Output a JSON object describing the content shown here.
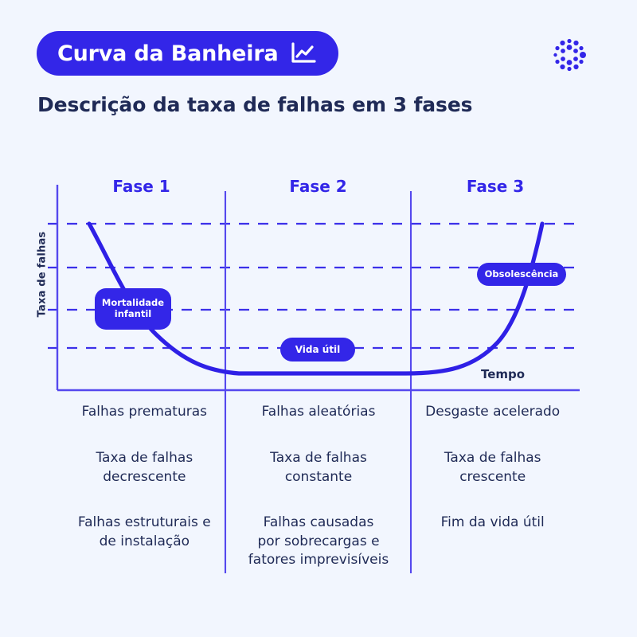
{
  "header": {
    "badge_title": "Curva da Banheira",
    "badge_icon": "line-chart-icon",
    "subtitle": "Descrição da taxa de falhas em 3 fases",
    "logo_icon": "dot-circle-logo"
  },
  "colors": {
    "brand_blue": "#3326e8",
    "dark_navy": "#1f2a56",
    "background": "#f2f6fe",
    "white": "#ffffff"
  },
  "chart_data": {
    "type": "line",
    "title": "Curva da Banheira",
    "subtitle": "Descrição da taxa de falhas em 3 fases",
    "xlabel": "Tempo",
    "ylabel": "Taxa de falhas",
    "grid": true,
    "gridlines_y": [
      0.2,
      0.45,
      0.68,
      0.9
    ],
    "legend_position": "inline-annotations",
    "phase_boundaries": [
      0.33,
      0.66
    ],
    "annotations": [
      {
        "name": "mortalidade-infantil",
        "label": "Mortalidade\ninfantil",
        "x": 0.1,
        "y": 0.52
      },
      {
        "name": "vida-util",
        "label": "Vida útil",
        "x": 0.5,
        "y": 0.19
      },
      {
        "name": "obsolescencia",
        "label": "Obsolescência",
        "x": 0.86,
        "y": 0.63
      }
    ],
    "x": [
      0.0,
      0.03,
      0.06,
      0.09,
      0.12,
      0.16,
      0.2,
      0.25,
      0.3,
      0.35,
      0.45,
      0.55,
      0.65,
      0.72,
      0.78,
      0.83,
      0.87,
      0.9,
      0.93,
      0.96,
      1.0
    ],
    "y": [
      1.0,
      0.9,
      0.79,
      0.68,
      0.57,
      0.44,
      0.33,
      0.22,
      0.14,
      0.09,
      0.05,
      0.04,
      0.04,
      0.05,
      0.09,
      0.17,
      0.28,
      0.41,
      0.58,
      0.78,
      1.0
    ],
    "series": [
      {
        "name": "Taxa de falhas",
        "values": [
          1.0,
          0.9,
          0.79,
          0.68,
          0.57,
          0.44,
          0.33,
          0.22,
          0.14,
          0.09,
          0.05,
          0.04,
          0.04,
          0.05,
          0.09,
          0.17,
          0.28,
          0.41,
          0.58,
          0.78,
          1.0
        ]
      }
    ],
    "xlim": [
      0,
      1
    ],
    "ylim": [
      0,
      1
    ]
  },
  "phases": [
    {
      "heading": "Fase 1",
      "rows": [
        "Falhas prematuras",
        "Taxa de falhas\ndecrescente",
        "Falhas estruturais e\nde instalação"
      ]
    },
    {
      "heading": "Fase 2",
      "rows": [
        "Falhas aleatórias",
        "Taxa de falhas\nconstante",
        "Falhas causadas\npor sobrecargas e\nfatores imprevisíveis"
      ]
    },
    {
      "heading": "Fase 3",
      "rows": [
        "Desgaste acelerado",
        "Taxa de falhas\ncrescente",
        "Fim da vida útil"
      ]
    }
  ],
  "annotation_labels": {
    "infant": "Mortalidade\ninfantil",
    "useful": "Vida útil",
    "obsolete": "Obsolescência"
  }
}
